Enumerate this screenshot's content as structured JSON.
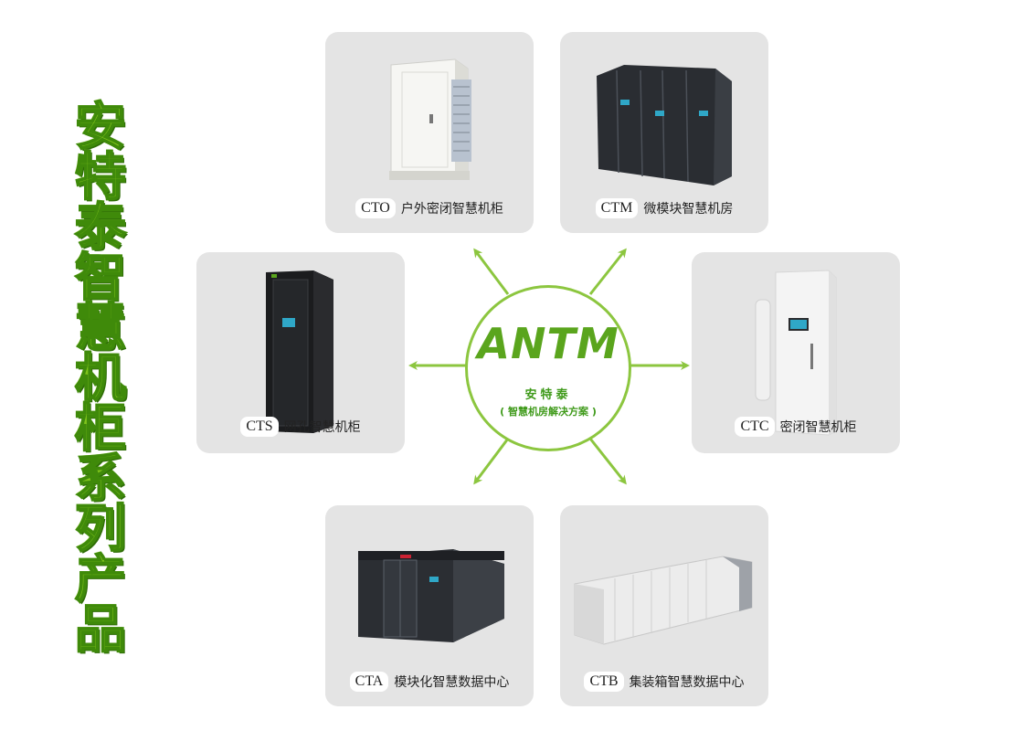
{
  "title": "安特泰智慧机柜系列产品",
  "center": {
    "logo": "ANTM",
    "brand": "安特泰",
    "tagline": "( 智慧机房解决方案 )"
  },
  "products": [
    {
      "code": "CTO",
      "name": "户外密闭智慧机柜"
    },
    {
      "code": "CTM",
      "name": "微模块智慧机房"
    },
    {
      "code": "CTS",
      "name": "网孔智慧机柜"
    },
    {
      "code": "CTC",
      "name": "密闭智慧机柜"
    },
    {
      "code": "CTA",
      "name": "模块化智慧数据中心"
    },
    {
      "code": "CTB",
      "name": "集装箱智慧数据中心"
    }
  ],
  "colors": {
    "accent": "#7fc31c",
    "card": "#e4e4e4"
  }
}
